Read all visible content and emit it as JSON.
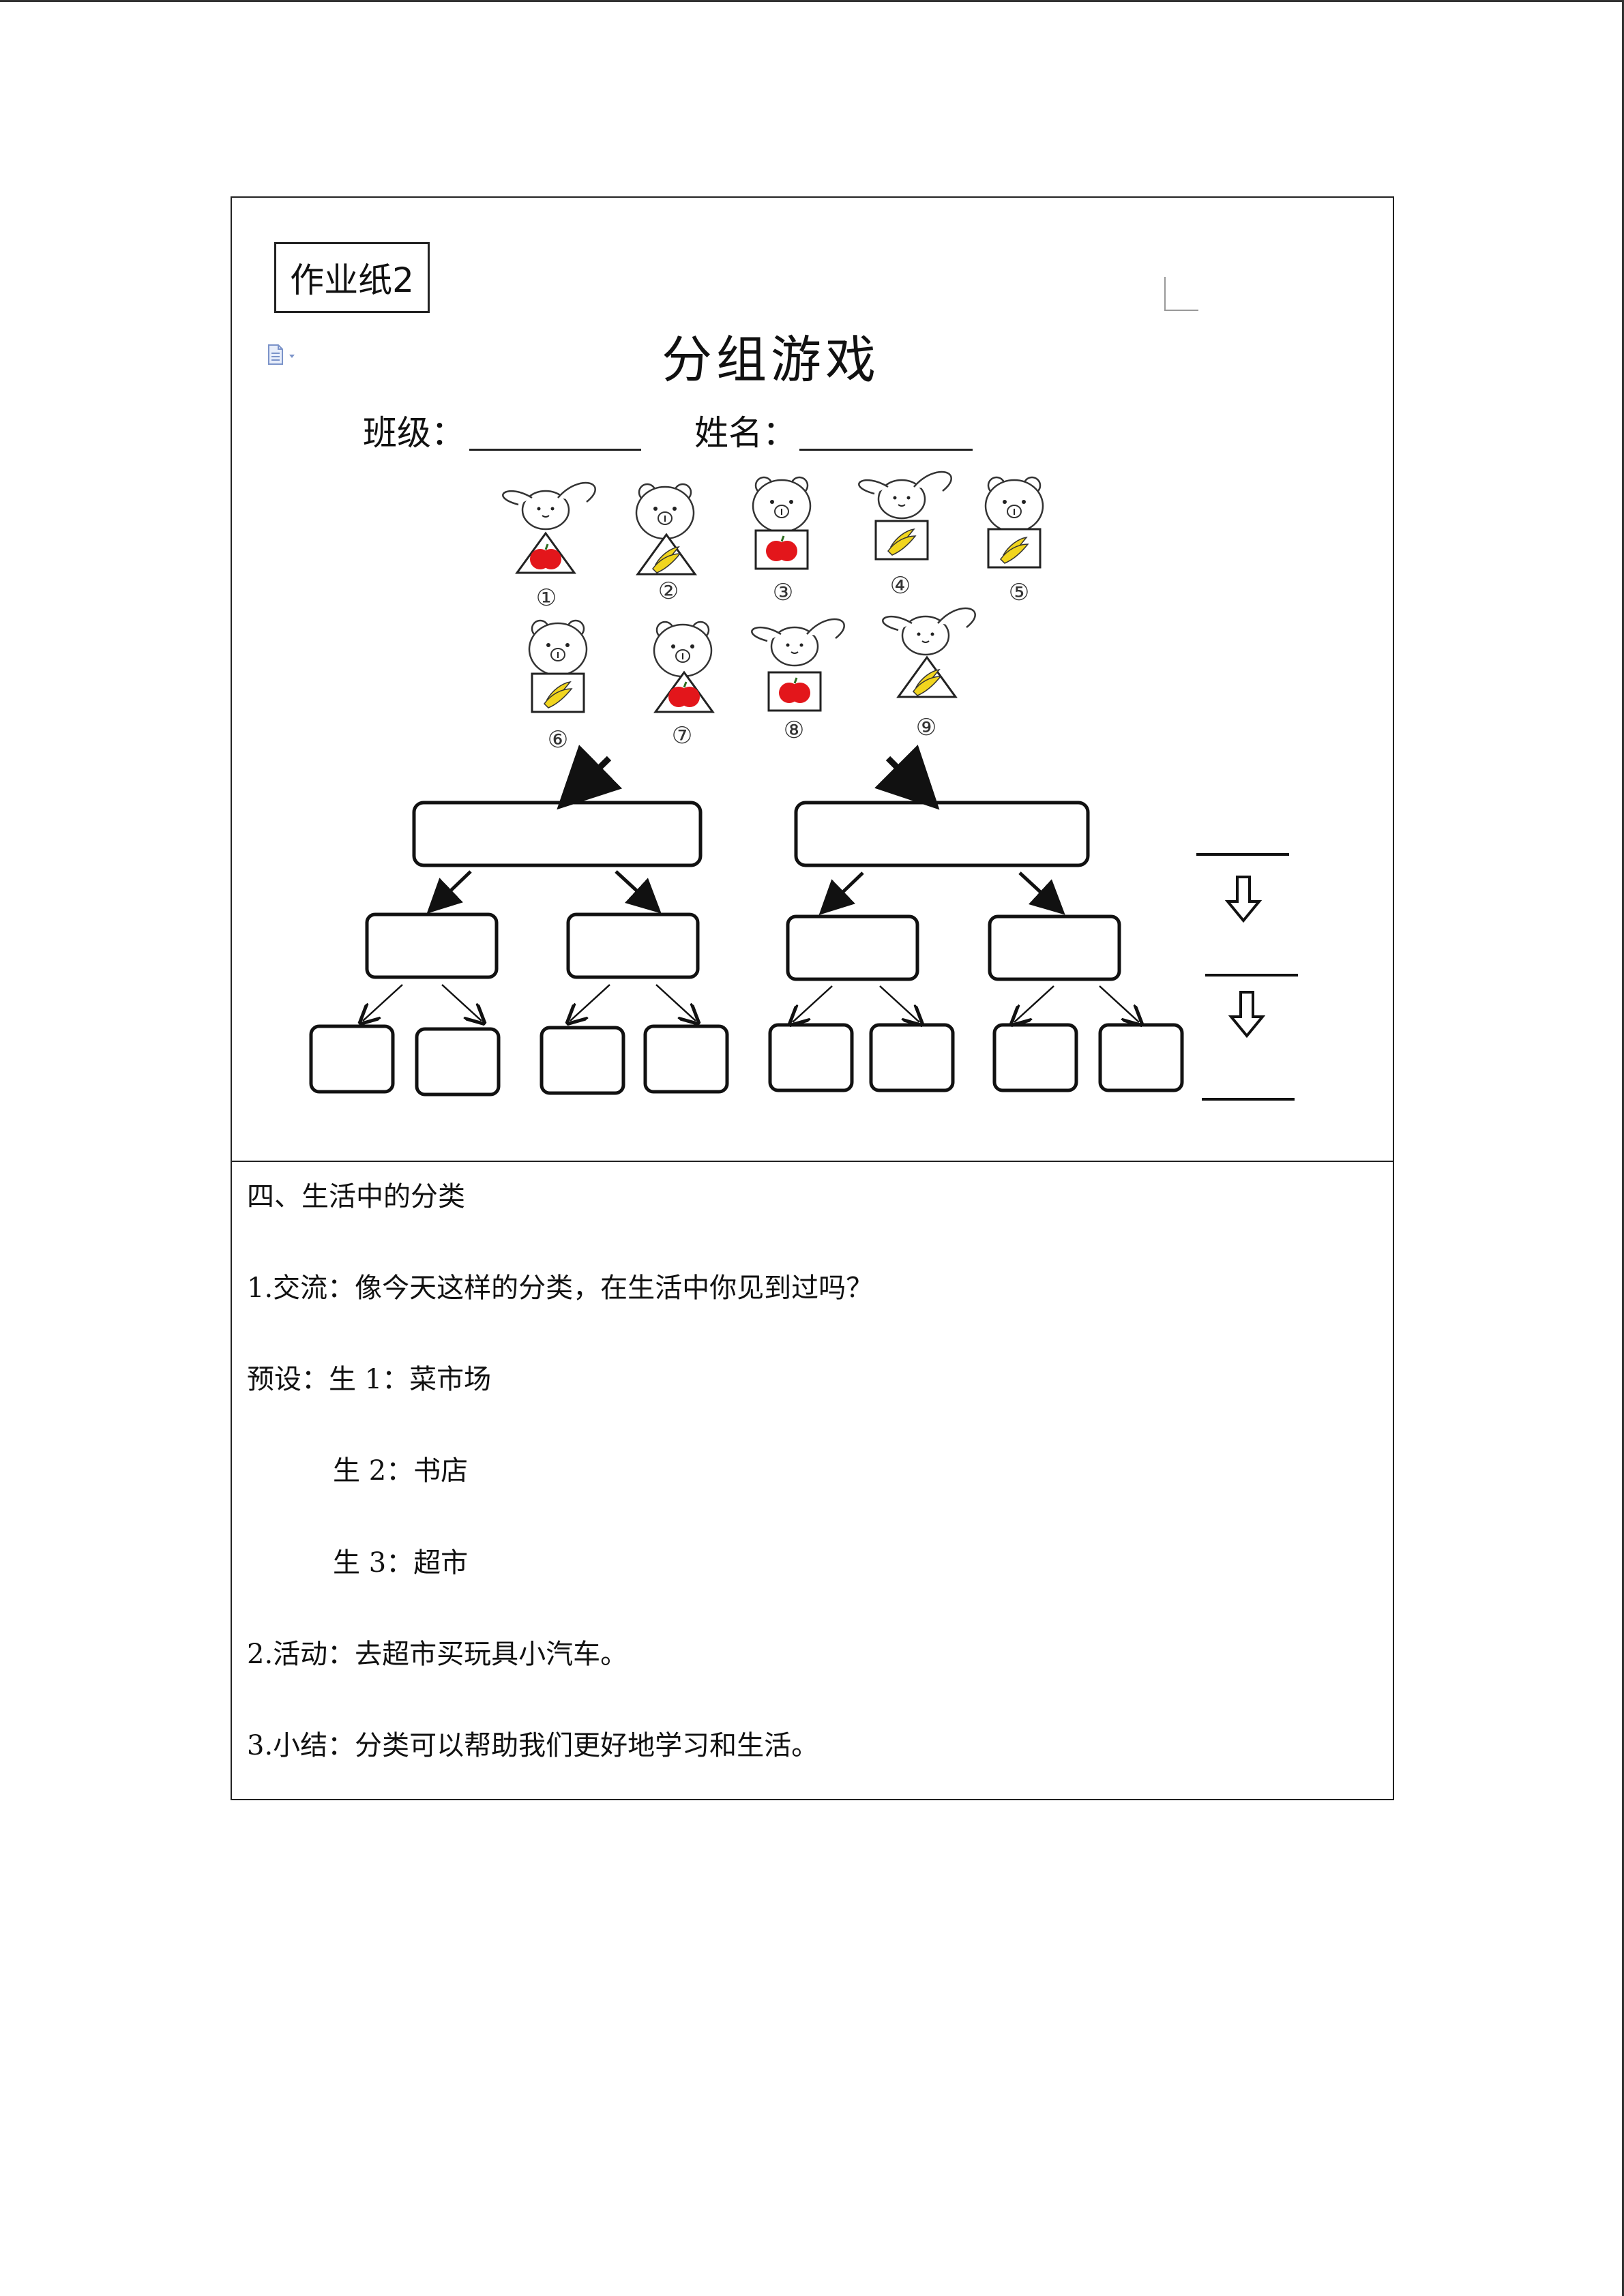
{
  "worksheet": {
    "label": "作业纸2",
    "title": "分组游戏",
    "class_label": "班级：",
    "name_label": "姓名："
  },
  "animals": [
    {
      "number": "①",
      "animal": "rabbit",
      "fruit": "apple",
      "shape": "triangle"
    },
    {
      "number": "②",
      "animal": "bear",
      "fruit": "banana",
      "shape": "triangle"
    },
    {
      "number": "③",
      "animal": "bear",
      "fruit": "apple",
      "shape": "square"
    },
    {
      "number": "④",
      "animal": "rabbit",
      "fruit": "banana",
      "shape": "square"
    },
    {
      "number": "⑤",
      "animal": "bear",
      "fruit": "banana",
      "shape": "square"
    },
    {
      "number": "⑥",
      "animal": "bear",
      "fruit": "banana",
      "shape": "square"
    },
    {
      "number": "⑦",
      "animal": "bear",
      "fruit": "apple",
      "shape": "triangle"
    },
    {
      "number": "⑧",
      "animal": "rabbit",
      "fruit": "apple",
      "shape": "square"
    },
    {
      "number": "⑨",
      "animal": "rabbit",
      "fruit": "banana",
      "shape": "triangle"
    }
  ],
  "colors": {
    "apple": "#e3161b",
    "banana": "#f1d51e",
    "ink": "#111111"
  },
  "section": {
    "heading": "四、生活中的分类",
    "lines": [
      "1.交流：像今天这样的分类，在生活中你见到过吗？",
      "预设：生 1：菜市场",
      "生 2：书店",
      "生 3：超市",
      "2.活动：去超市买玩具小汽车。",
      "3.小结：分类可以帮助我们更好地学习和生活。"
    ]
  }
}
